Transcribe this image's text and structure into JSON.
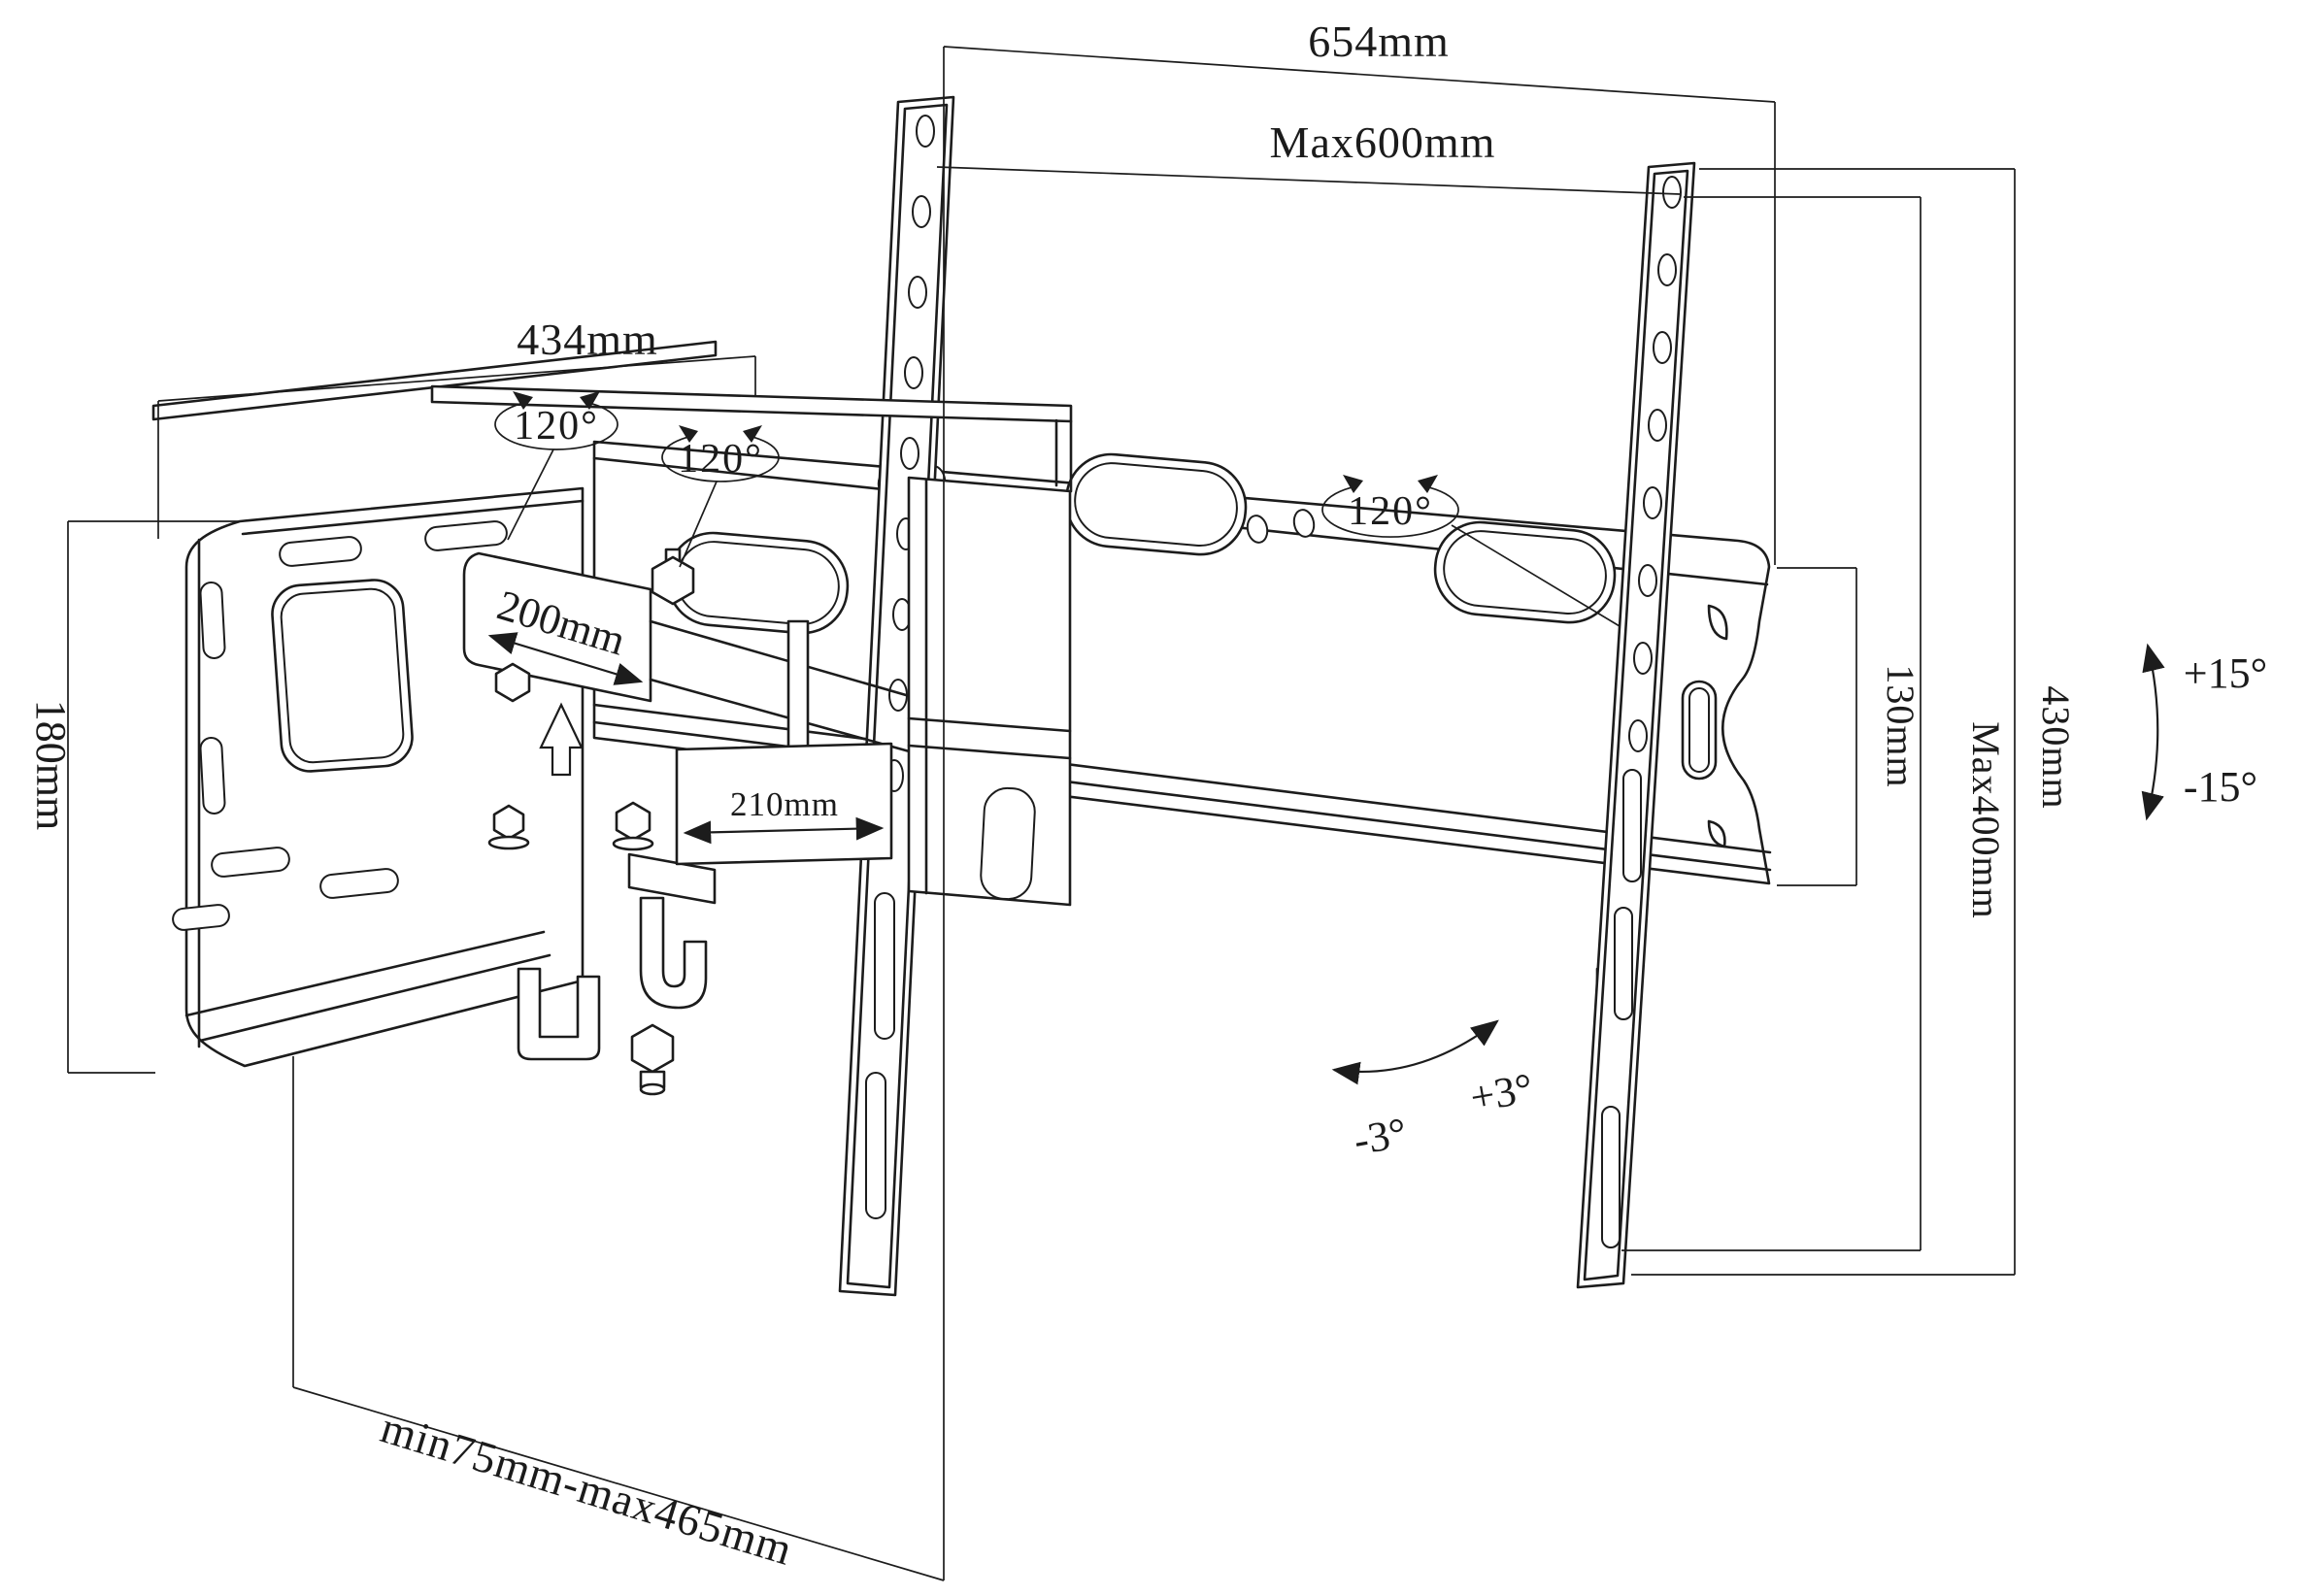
{
  "diagram": {
    "subject": "full-motion TV wall mount bracket technical drawing",
    "background_color": "#ffffff",
    "line_color": "#1c1c1c"
  },
  "labels": {
    "dim_654": "654mm",
    "dim_max600": "Max600mm",
    "dim_434": "434mm",
    "angle_swivel_1": "120°",
    "angle_swivel_2": "120°",
    "angle_swivel_3": "120°",
    "dim_200": "200mm",
    "dim_210": "210mm",
    "dim_180": "180mm",
    "dim_130": "130mm",
    "dim_max400": "Max400mm",
    "dim_430": "430mm",
    "angle_tilt_up": "+15°",
    "angle_tilt_down": "-15°",
    "angle_level_neg": "-3°",
    "angle_level_pos": "+3°",
    "dim_range": "min75mm-max465mm"
  }
}
